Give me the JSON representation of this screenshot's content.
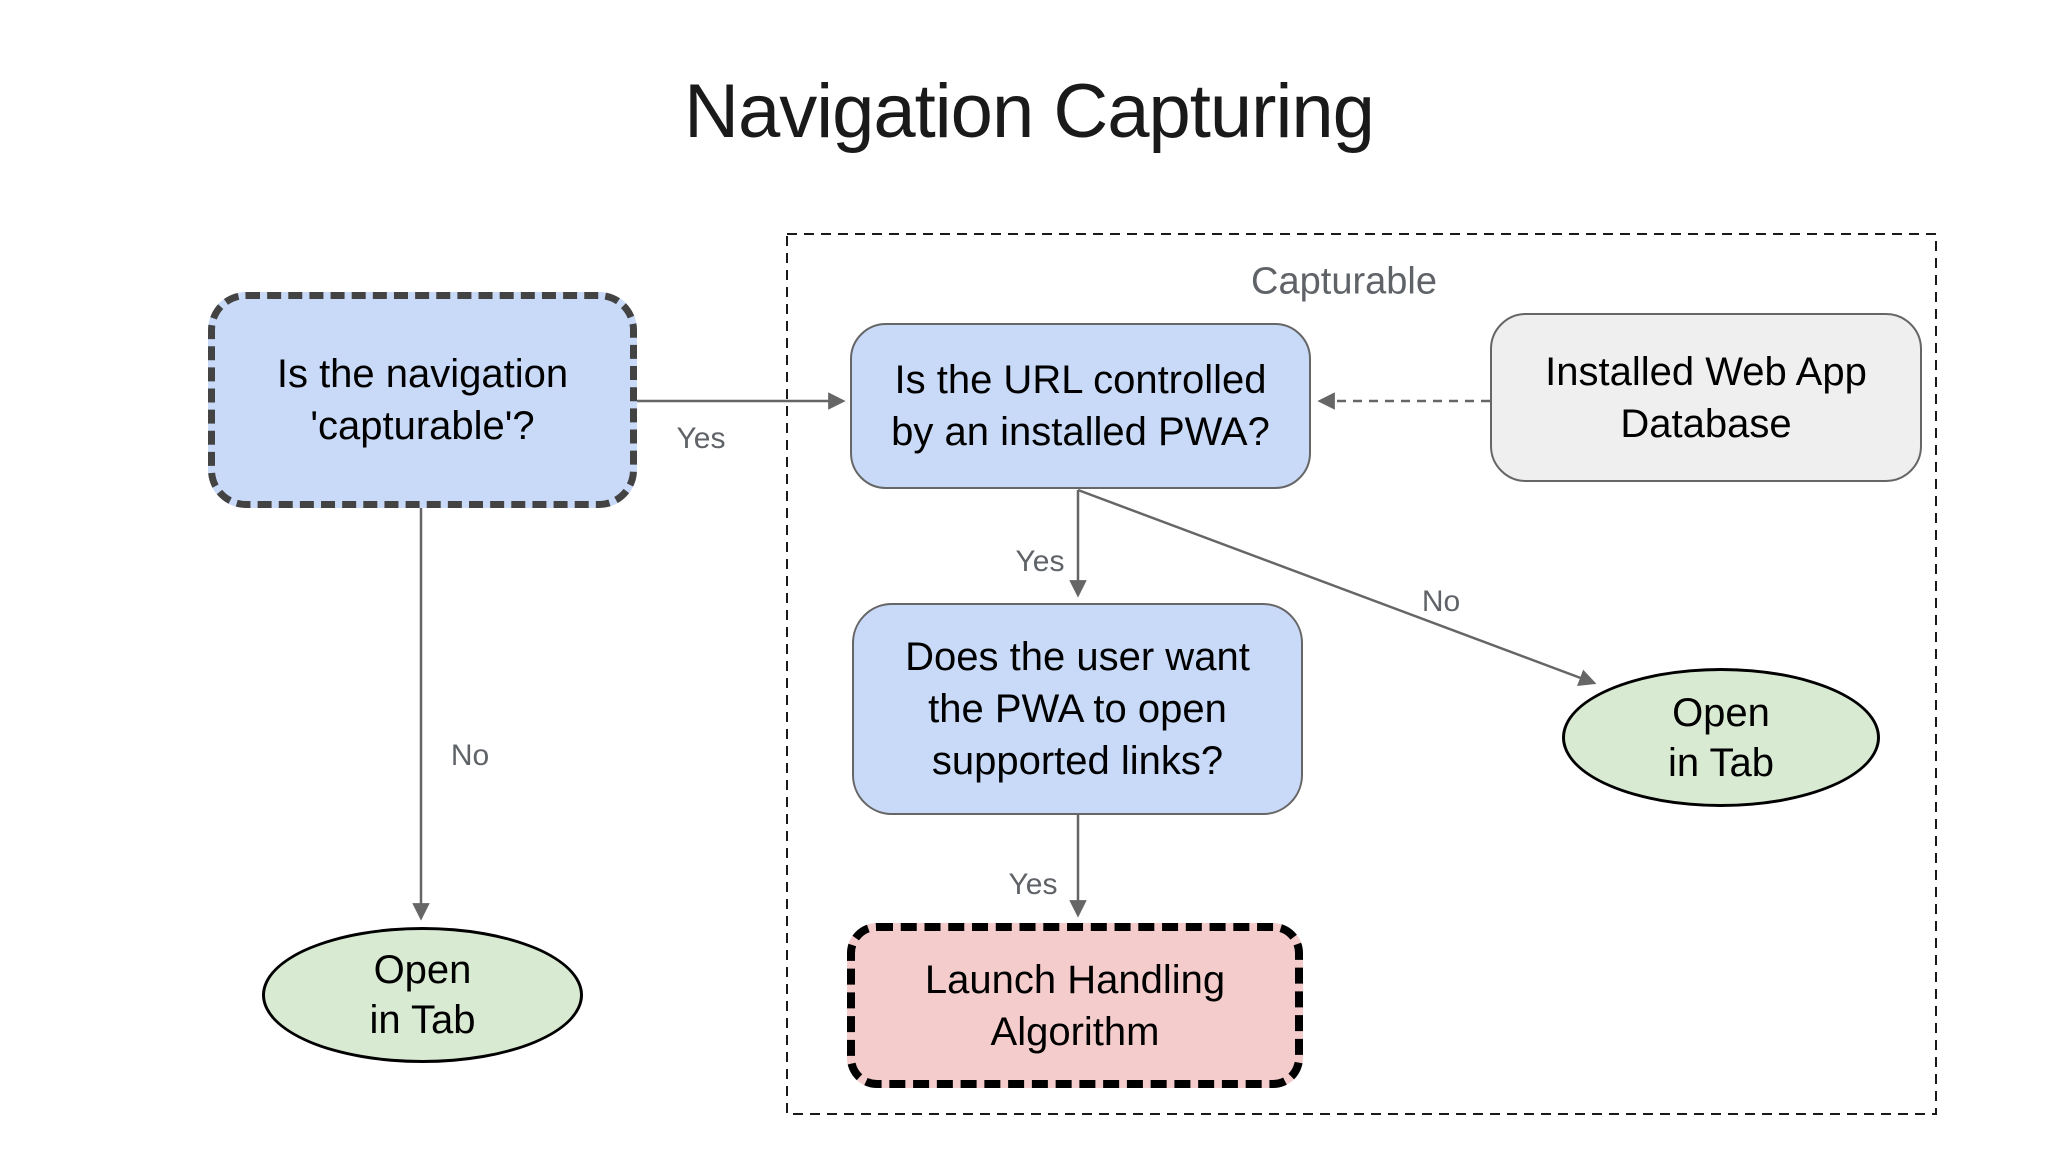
{
  "title": "Navigation Capturing",
  "region": {
    "label": "Capturable"
  },
  "nodes": {
    "is_navigation_capturable": {
      "text": "Is the navigation\n'capturable'?"
    },
    "is_url_controlled": {
      "text": "Is the URL controlled\nby an installed PWA?"
    },
    "installed_web_app_database": {
      "text": "Installed Web App\nDatabase"
    },
    "does_user_want": {
      "text": "Does the user want\nthe PWA to open\nsupported links?"
    },
    "launch_handling_algorithm": {
      "text": "Launch Handling\nAlgorithm"
    },
    "open_in_tab_left": {
      "text": "Open\nin Tab"
    },
    "open_in_tab_right": {
      "text": "Open\nin Tab"
    }
  },
  "edge_labels": {
    "capturable_yes": "Yes",
    "capturable_no": "No",
    "url_controlled_yes": "Yes",
    "url_controlled_no": "No",
    "user_want_yes": "Yes"
  },
  "colors": {
    "node_blue_fill": "#c9daf8",
    "node_green_fill": "#d9ead3",
    "node_red_fill": "#f4cccc",
    "node_gray_fill": "#efefef",
    "dashed_box_border": "#434343",
    "solid_box_border": "#666666",
    "arrow": "#666666",
    "label_gray": "#5f6368",
    "text": "#000000"
  }
}
